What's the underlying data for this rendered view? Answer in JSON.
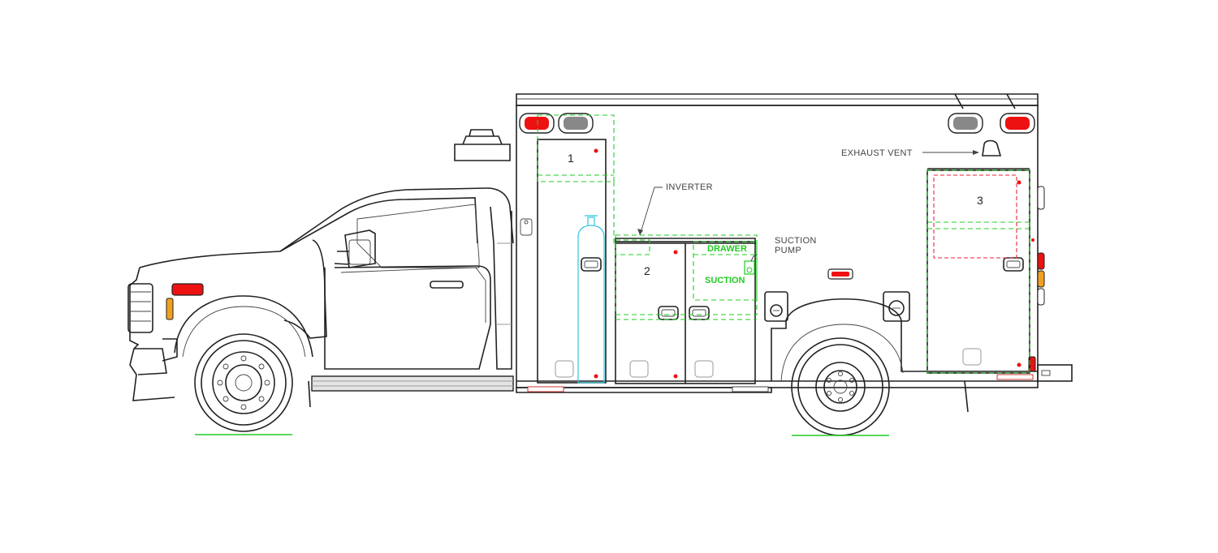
{
  "labels": {
    "inverter": "INVERTER",
    "exhaust_vent": "EXHAUST  VENT",
    "suction_pump_line1": "SUCTION",
    "suction_pump_line2": "PUMP",
    "drawer": "DRAWER",
    "suction": "SUCTION"
  },
  "compartments": [
    "1",
    "2",
    "3"
  ],
  "colors": {
    "outline": "#222222",
    "layout_dashes": "#22cc22",
    "highlight_dashes": "#ee2233",
    "oxygen_cylinder": "#33c6dd",
    "marker_light": "#ee1111",
    "amber_light": "#f0a020"
  }
}
